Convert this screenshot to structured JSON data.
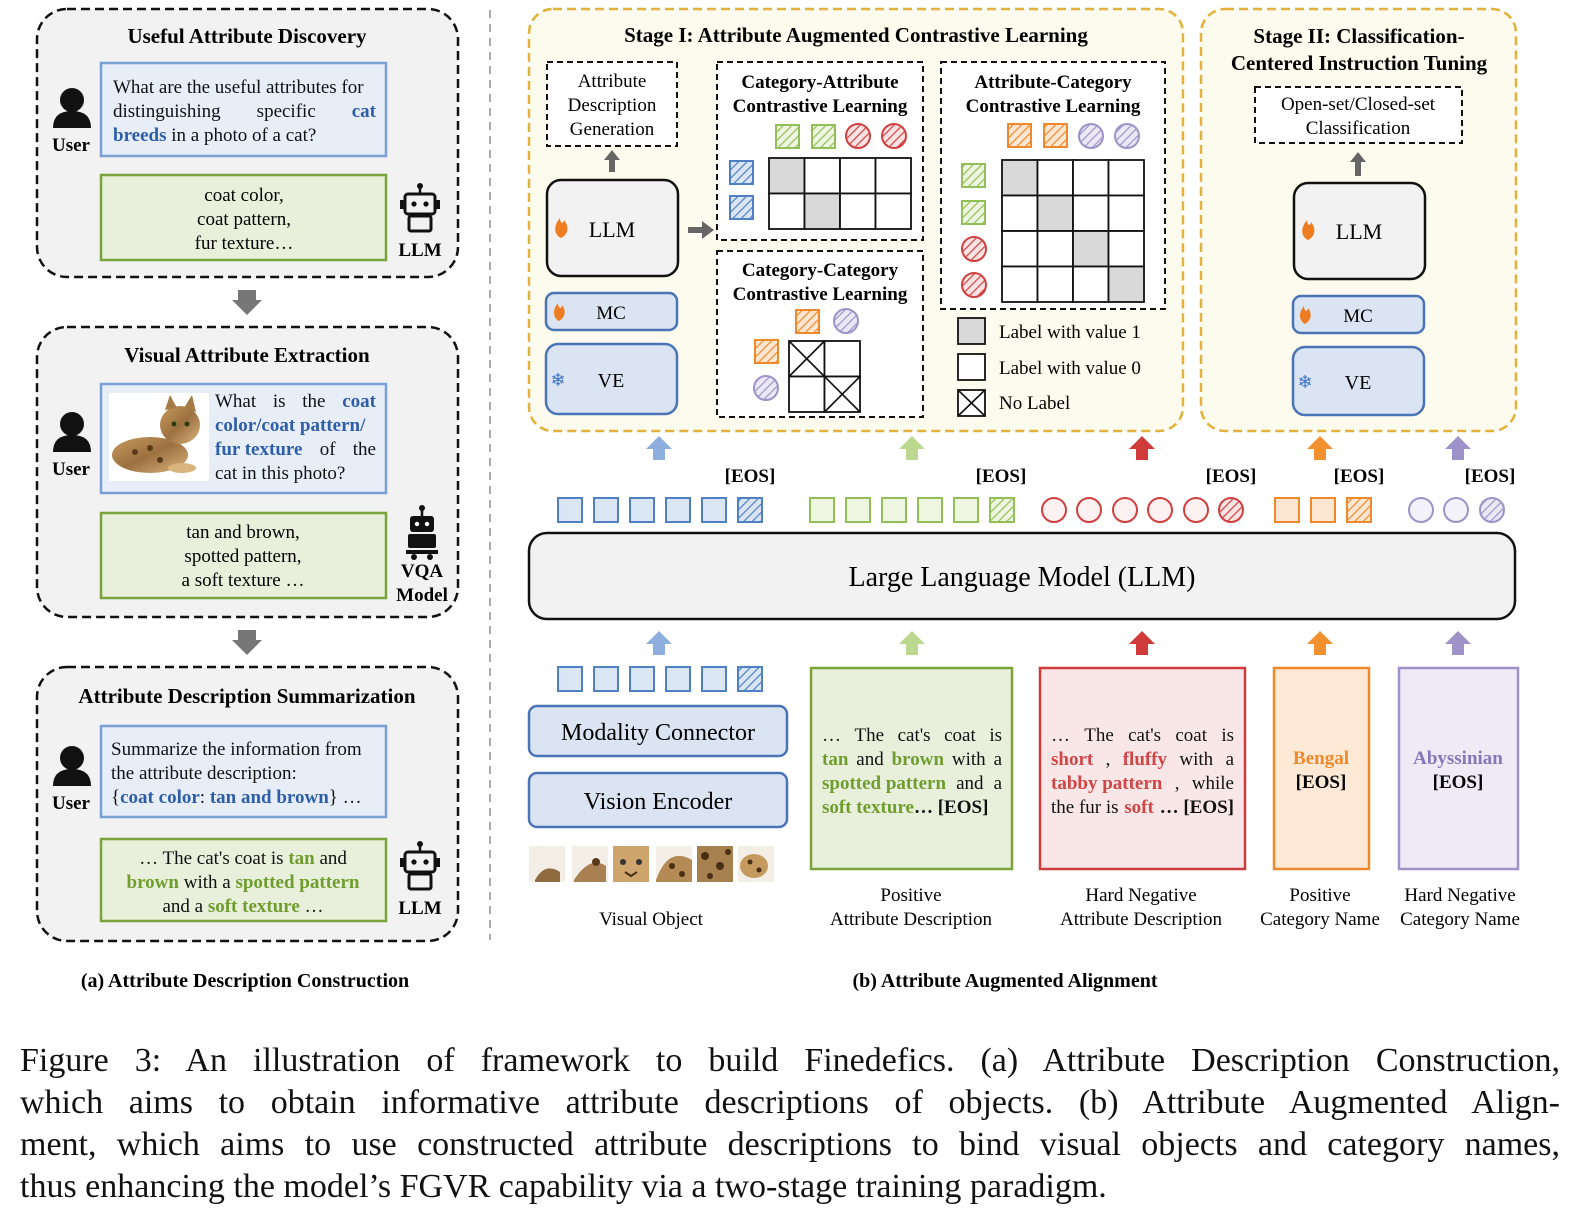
{
  "left_panel": {
    "box1": {
      "title": "Useful Attribute Discovery",
      "question_lines": [
        [
          {
            "t": "What are the useful attributes for",
            "c": "plain"
          }
        ],
        [
          {
            "t": "distinguishing",
            "c": "plain"
          },
          {
            "t": "specific",
            "c": "plain"
          },
          {
            "t": "cat",
            "c": "blue"
          }
        ],
        [
          {
            "t": "breeds",
            "c": "blue"
          },
          {
            "t": "in a photo of a cat?",
            "c": "plain"
          }
        ]
      ],
      "answer_lines": [
        "coat color,",
        "coat pattern,",
        "fur texture…"
      ],
      "user_label": "User",
      "agent_label": "LLM"
    },
    "box2": {
      "title": "Visual Attribute Extraction",
      "question_lines": [
        [
          {
            "t": "What",
            "c": "plain"
          },
          {
            "t": "is",
            "c": "plain"
          },
          {
            "t": "the",
            "c": "plain"
          },
          {
            "t": "coat",
            "c": "blue"
          }
        ],
        [
          {
            "t": "color/coat pattern/",
            "c": "blue"
          }
        ],
        [
          {
            "t": "fur texture",
            "c": "blue"
          },
          {
            "t": "of",
            "c": "plain"
          },
          {
            "t": "the",
            "c": "plain"
          }
        ],
        [
          {
            "t": "cat in this photo?",
            "c": "plain"
          }
        ]
      ],
      "answer_lines": [
        "tan and brown,",
        "spotted pattern,",
        "a soft texture …"
      ],
      "user_label": "User",
      "agent_label_lines": [
        "VQA",
        "Model"
      ]
    },
    "box3": {
      "title": "Attribute Description Summarization",
      "question_lines": [
        [
          {
            "t": "Summarize the information from",
            "c": "plain"
          }
        ],
        [
          {
            "t": "the attribute description:",
            "c": "plain"
          }
        ],
        [
          {
            "t": "{",
            "c": "plain"
          },
          {
            "t": "coat color",
            "c": "blue"
          },
          {
            "t": ": ",
            "c": "plain"
          },
          {
            "t": "tan and brown",
            "c": "blue"
          },
          {
            "t": "} …",
            "c": "plain"
          }
        ]
      ],
      "answer_lines": [
        [
          {
            "t": "… The cat's coat is ",
            "c": "plain"
          },
          {
            "t": "tan",
            "c": "green"
          },
          {
            "t": " and",
            "c": "plain"
          }
        ],
        [
          {
            "t": "brown",
            "c": "green"
          },
          {
            "t": " with a ",
            "c": "plain"
          },
          {
            "t": "spotted pattern",
            "c": "green"
          }
        ],
        [
          {
            "t": "and a ",
            "c": "plain"
          },
          {
            "t": "soft texture",
            "c": "green"
          },
          {
            "t": " …",
            "c": "plain"
          }
        ]
      ],
      "user_label": "User",
      "agent_label": "LLM"
    },
    "subcaption": "(a) Attribute Description Construction"
  },
  "stage1": {
    "title": "Stage I: Attribute Augmented Contrastive Learning",
    "attr_gen_lines": [
      "Attribute",
      "Description",
      "Generation"
    ],
    "llm": "LLM",
    "mc": "MC",
    "ve": "VE",
    "cat_attr_lines": [
      "Category-Attribute",
      "Contrastive Learning"
    ],
    "attr_cat_lines": [
      "Attribute-Category",
      "Contrastive Learning"
    ],
    "cat_cat_lines": [
      "Category-Category",
      "Contrastive Learning"
    ],
    "legend": [
      "Label with value 1",
      "Label with value 0",
      "No Label"
    ]
  },
  "stage2": {
    "title_lines": [
      "Stage II: Classification-",
      "Centered Instruction Tuning"
    ],
    "task_lines": [
      "Open-set/Closed-set",
      "Classification"
    ],
    "llm": "LLM",
    "mc": "MC",
    "ve": "VE"
  },
  "middle": {
    "eos": "[EOS]",
    "llm_bar": "Large Language Model (LLM)",
    "modality_connector": "Modality Connector",
    "vision_encoder": "Vision Encoder"
  },
  "inputs": {
    "positive_desc_lines": [
      [
        {
          "t": "…",
          "c": "plain"
        },
        {
          "t": "The",
          "c": "plain"
        },
        {
          "t": "cat's",
          "c": "plain"
        },
        {
          "t": "coat",
          "c": "plain"
        },
        {
          "t": "is",
          "c": "plain"
        }
      ],
      [
        {
          "t": "tan",
          "c": "green"
        },
        {
          "t": "and",
          "c": "plain"
        },
        {
          "t": "brown",
          "c": "green"
        },
        {
          "t": "with",
          "c": "plain"
        },
        {
          "t": "a",
          "c": "plain"
        }
      ],
      [
        {
          "t": "spotted pattern",
          "c": "green"
        },
        {
          "t": "and",
          "c": "plain"
        },
        {
          "t": "a",
          "c": "plain"
        }
      ],
      [
        {
          "t": "soft texture",
          "c": "green"
        },
        {
          "t": "… [EOS]",
          "c": "bold"
        }
      ]
    ],
    "negative_desc_lines": [
      [
        {
          "t": "…",
          "c": "plain"
        },
        {
          "t": "The",
          "c": "plain"
        },
        {
          "t": "cat's",
          "c": "plain"
        },
        {
          "t": "coat",
          "c": "plain"
        },
        {
          "t": "is",
          "c": "plain"
        }
      ],
      [
        {
          "t": "short",
          "c": "red"
        },
        {
          "t": ",",
          "c": "plain"
        },
        {
          "t": "fluffy",
          "c": "red"
        },
        {
          "t": "with",
          "c": "plain"
        },
        {
          "t": "a",
          "c": "plain"
        }
      ],
      [
        {
          "t": "tabby pattern",
          "c": "red"
        },
        {
          "t": ",",
          "c": "plain"
        },
        {
          "t": "while",
          "c": "plain"
        }
      ],
      [
        {
          "t": "the fur is ",
          "c": "plain"
        },
        {
          "t": "soft",
          "c": "red"
        },
        {
          "t": " … [EOS]",
          "c": "bold"
        }
      ]
    ],
    "positive_name": "Bengal",
    "negative_name": "Abyssinian",
    "eos": "[EOS]",
    "labels": {
      "visual_object": "Visual Object",
      "positive_desc_lines": [
        "Positive",
        "Attribute Description"
      ],
      "negative_desc_lines": [
        "Hard Negative",
        "Attribute Description"
      ],
      "positive_name_lines": [
        "Positive",
        "Category Name"
      ],
      "negative_name_lines": [
        "Hard Negative",
        "Category Name"
      ]
    }
  },
  "subcaption_b": "(b) Attribute Augmented Alignment",
  "caption_lines": [
    "Figure 3:  An illustration of framework to build Finedefics.  (a) Attribute Description Construction,",
    "which aims to obtain informative attribute descriptions of objects. (b) Attribute Augmented Align-",
    "ment, which aims to use constructed attribute descriptions to bind visual objects and category names,",
    "thus enhancing the model’s FGVR capability via a two-stage training paradigm."
  ],
  "colors": {
    "blue_text": "#2f5ea9",
    "green_text": "#6f9e2e",
    "red_text": "#d04545",
    "orange_text": "#ee8a2c",
    "purple_text": "#8478b8",
    "token_blue": "#4f7fc4",
    "token_green": "#92bf57",
    "token_red": "#cf4040",
    "token_orange": "#f0892b",
    "token_purple": "#9d93c8",
    "stage_border": "#e2b23a",
    "stage_fill": "#fcfbed"
  }
}
